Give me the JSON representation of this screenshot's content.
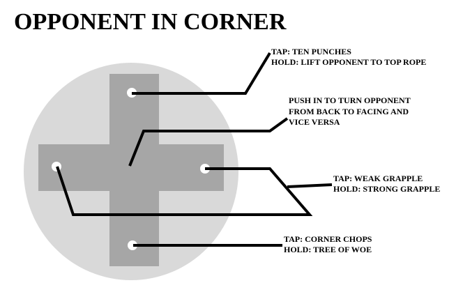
{
  "title": "OPPONENT IN CORNER",
  "colors": {
    "pad_background": "#d9d9d9",
    "dpad": "#a6a6a6",
    "marker": "#ffffff",
    "line": "#000000"
  },
  "annotations": {
    "up": {
      "icon": "dpad-up-dot-icon",
      "line1": "TAP: TEN PUNCHES",
      "line2": "HOLD: LIFT OPPONENT TO TOP ROPE"
    },
    "center": {
      "icon": "dpad-center-icon",
      "line1": "PUSH IN TO TURN OPPONENT",
      "line2": "FROM BACK TO FACING AND",
      "line3": "VICE VERSA"
    },
    "left_right": {
      "icon": "dpad-left-right-dot-icon",
      "line1": "TAP: WEAK GRAPPLE",
      "line2": "HOLD: STRONG GRAPPLE"
    },
    "down": {
      "icon": "dpad-down-dot-icon",
      "line1": "TAP: CORNER CHOPS",
      "line2": "HOLD: TREE OF WOE"
    }
  }
}
